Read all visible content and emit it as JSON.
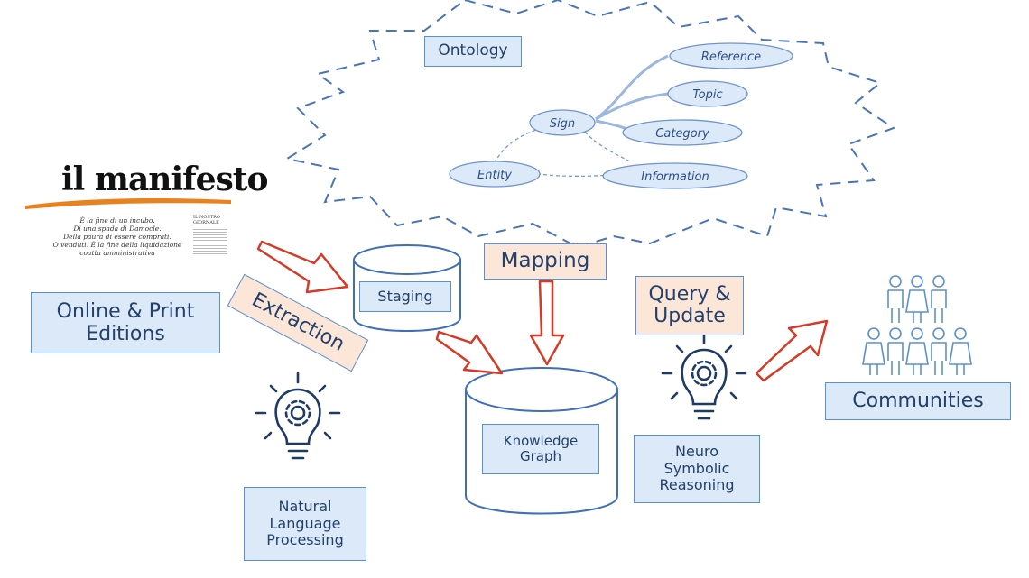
{
  "newspaper": {
    "masthead": "il manifesto",
    "headline_lines": [
      "È la fine di un incubo.",
      "Di una spada di Damocle.",
      "Della paura di essere comprati.",
      "O venduti. È la fine della liquidazione",
      "coatta amministrativa"
    ],
    "sidebar_title": "IL NOSTRO GIORNALE"
  },
  "ontology": {
    "title": "Ontology",
    "nodes": {
      "reference": "Reference",
      "topic": "Topic",
      "sign": "Sign",
      "category": "Category",
      "entity": "Entity",
      "information": "Information"
    }
  },
  "labels": {
    "online_print": "Online & Print Editions",
    "extraction": "Extraction",
    "staging": "Staging",
    "mapping": "Mapping",
    "knowledge_graph": "Knowledge Graph",
    "query_update": "Query & Update",
    "neuro_symbolic": "Neuro Symbolic Reasoning",
    "nlp": "Natural Language Processing",
    "communities": "Communities"
  },
  "colors": {
    "blue_fill": "#dbe9f8",
    "blue_stroke": "#5b8fd4",
    "peach_fill": "#fbe6d8",
    "arrow_red": "#d43a26",
    "text_dark_blue": "#23406b"
  },
  "icons": [
    "lightbulb-gear-icon",
    "people-group-icon",
    "database-cylinder-icon",
    "red-arrow-icon"
  ]
}
